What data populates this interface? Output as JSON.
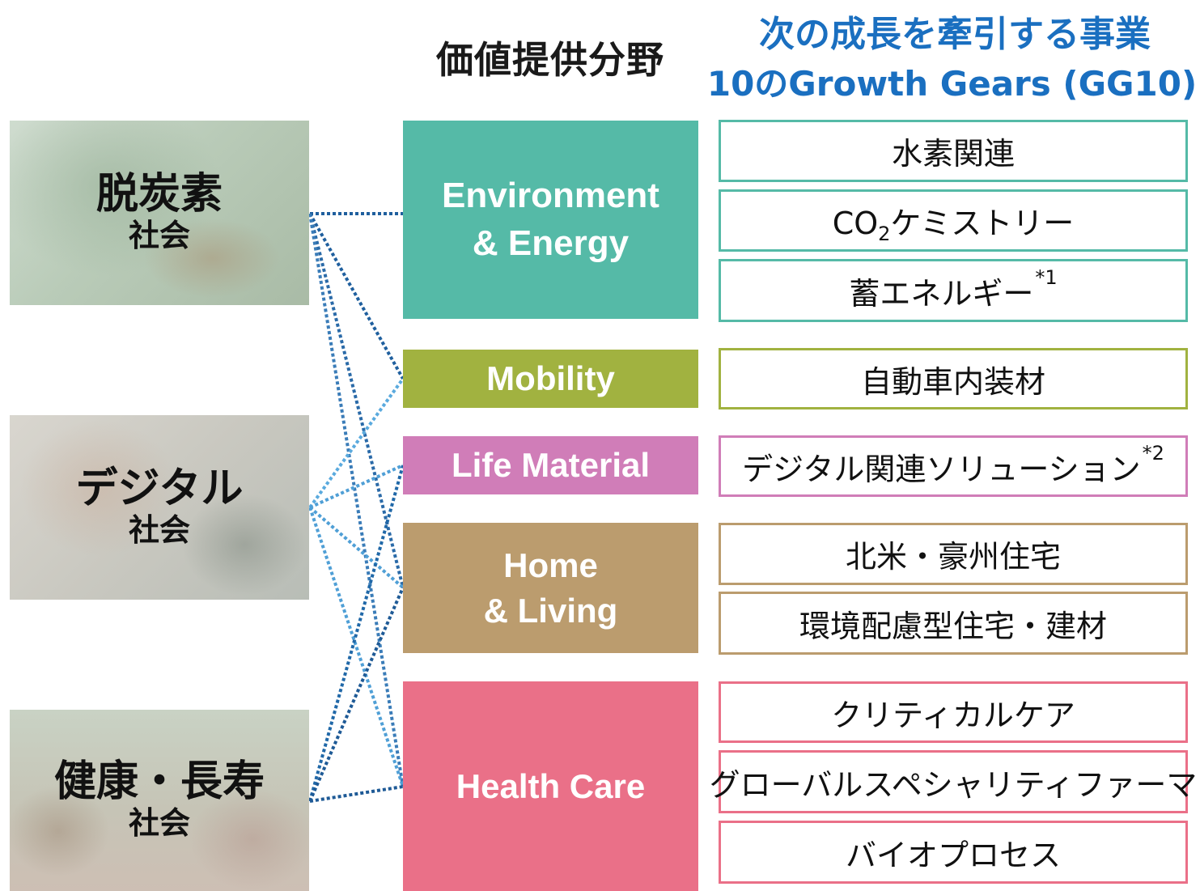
{
  "header": {
    "domains_title": "価値提供分野",
    "gears_title_line1": "次の成長を牽引する事業",
    "gears_title_line2": "10のGrowth  Gears (GG10)"
  },
  "societies": [
    {
      "big": "脱炭素",
      "small": "社会"
    },
    {
      "big": "デジタル",
      "small": "社会"
    },
    {
      "big": "健康・長寿",
      "small": "社会"
    }
  ],
  "domains": {
    "environment_energy": {
      "line1": "Environment",
      "line2": "& Energy"
    },
    "mobility": {
      "line1": "Mobility"
    },
    "life_material": {
      "line1": "Life Material"
    },
    "home_living": {
      "line1": "Home",
      "line2": "& Living"
    },
    "health_care": {
      "line1": "Health Care"
    }
  },
  "gears": {
    "hydrogen": "水素関連",
    "co2_prefix": "CO",
    "co2_sub": "2",
    "co2_suffix": "ケミストリー",
    "storage": "蓄エネルギー",
    "storage_note": "*1",
    "auto_interior": "自動車内装材",
    "digital_solutions": "デジタル関連ソリューション",
    "digital_note": "*2",
    "na_aus_housing": "北米・豪州住宅",
    "eco_housing": "環境配慮型住宅・建材",
    "critical_care": "クリティカルケア",
    "global_pharma": "グローバルスペシャリティファーマ",
    "bioprocess": "バイオプロセス"
  },
  "colors": {
    "environment_energy": "#55baa7",
    "mobility": "#a1b240",
    "life_material": "#d07db8",
    "home_living": "#bb9c6e",
    "health_care": "#ea7088",
    "header_blue": "#1a6fc0",
    "link_decarbon": "#1f5f9e",
    "link_digital": "#4f9fd6",
    "link_health": "#1e5a96"
  }
}
